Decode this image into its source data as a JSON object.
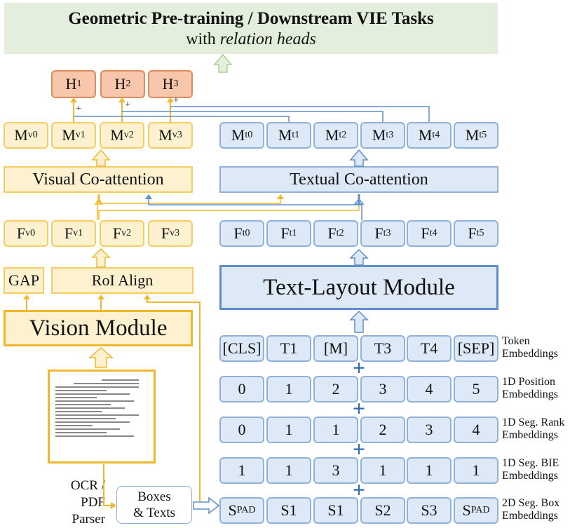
{
  "banner": {
    "title": "Geometric Pre-training / Downstream VIE Tasks",
    "subtitle_plain": "with ",
    "subtitle_em": "relation heads"
  },
  "heads": [
    {
      "base": "H",
      "sub": "1"
    },
    {
      "base": "H",
      "sub": "2"
    },
    {
      "base": "H",
      "sub": "3"
    }
  ],
  "visual_m": [
    {
      "base": "M",
      "sub": "v0"
    },
    {
      "base": "M",
      "sub": "v1"
    },
    {
      "base": "M",
      "sub": "v2"
    },
    {
      "base": "M",
      "sub": "v3"
    }
  ],
  "textual_m": [
    {
      "base": "M",
      "sub": "t0"
    },
    {
      "base": "M",
      "sub": "t1"
    },
    {
      "base": "M",
      "sub": "t2"
    },
    {
      "base": "M",
      "sub": "t3"
    },
    {
      "base": "M",
      "sub": "t4"
    },
    {
      "base": "M",
      "sub": "t5"
    }
  ],
  "visual_coattention": "Visual Co-attention",
  "textual_coattention": "Textual Co-attention",
  "visual_f": [
    {
      "base": "F",
      "sub": "v0"
    },
    {
      "base": "F",
      "sub": "v1"
    },
    {
      "base": "F",
      "sub": "v2"
    },
    {
      "base": "F",
      "sub": "v3"
    }
  ],
  "textual_f": [
    {
      "base": "F",
      "sub": "t0"
    },
    {
      "base": "F",
      "sub": "t1"
    },
    {
      "base": "F",
      "sub": "t2"
    },
    {
      "base": "F",
      "sub": "t3"
    },
    {
      "base": "F",
      "sub": "t4"
    },
    {
      "base": "F",
      "sub": "t5"
    }
  ],
  "gap": "GAP",
  "roi_align": "RoI Align",
  "vision_module": "Vision Module",
  "text_layout_module": "Text-Layout Module",
  "ocr_label_line1": "OCR /",
  "ocr_label_line2": "PDF Parser",
  "boxes_texts_line1": "Boxes",
  "boxes_texts_line2": "& Texts",
  "plus_sign": "+",
  "embedding_rows": [
    {
      "cells": [
        {
          "base": "[CLS]",
          "sub": ""
        },
        {
          "base": "T1",
          "sub": ""
        },
        {
          "base": "[M]",
          "sub": ""
        },
        {
          "base": "T3",
          "sub": ""
        },
        {
          "base": "T4",
          "sub": ""
        },
        {
          "base": "[SEP]",
          "sub": ""
        }
      ],
      "label1": "Token",
      "label2": "Embeddings"
    },
    {
      "cells": [
        {
          "base": "0",
          "sub": ""
        },
        {
          "base": "1",
          "sub": ""
        },
        {
          "base": "2",
          "sub": ""
        },
        {
          "base": "3",
          "sub": ""
        },
        {
          "base": "4",
          "sub": ""
        },
        {
          "base": "5",
          "sub": ""
        }
      ],
      "label1": "1D Position",
      "label2": "Embeddings"
    },
    {
      "cells": [
        {
          "base": "0",
          "sub": ""
        },
        {
          "base": "1",
          "sub": ""
        },
        {
          "base": "1",
          "sub": ""
        },
        {
          "base": "2",
          "sub": ""
        },
        {
          "base": "3",
          "sub": ""
        },
        {
          "base": "4",
          "sub": ""
        }
      ],
      "label1": "1D Seg. Rank",
      "label2": "Embeddings"
    },
    {
      "cells": [
        {
          "base": "1",
          "sub": ""
        },
        {
          "base": "1",
          "sub": ""
        },
        {
          "base": "3",
          "sub": ""
        },
        {
          "base": "1",
          "sub": ""
        },
        {
          "base": "1",
          "sub": ""
        },
        {
          "base": "1",
          "sub": ""
        }
      ],
      "label1": "1D Seg. BIE",
      "label2": "Embeddings"
    },
    {
      "cells": [
        {
          "base": "S",
          "sub": "PAD"
        },
        {
          "base": "S1",
          "sub": ""
        },
        {
          "base": "S1",
          "sub": ""
        },
        {
          "base": "S2",
          "sub": ""
        },
        {
          "base": "S3",
          "sub": ""
        },
        {
          "base": "S",
          "sub": "PAD"
        }
      ],
      "label1": "2D Seg. Box",
      "label2": "Embeddings"
    }
  ],
  "colors": {
    "yellow_fill": "#fdf1cf",
    "yellow_border": "#f1b82d",
    "blue_fill": "#dde9f6",
    "blue_border": "#5f8fc9",
    "orange_fill": "#f7c6ab",
    "banner_fill": "#e3efdc",
    "plus_blue": "#2f6cb8"
  }
}
